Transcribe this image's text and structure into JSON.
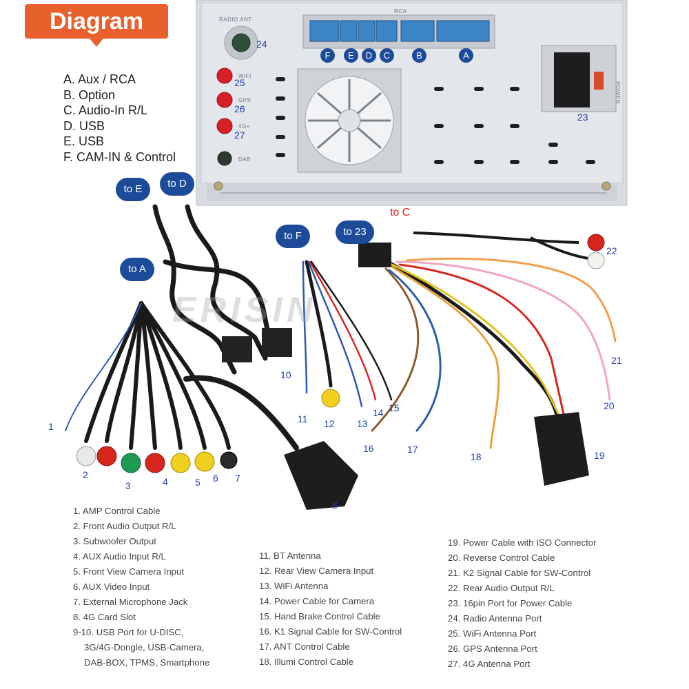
{
  "title": "Diagram",
  "port_letters": [
    "F",
    "E",
    "D",
    "C",
    "B",
    "A"
  ],
  "unit_labels": {
    "radio_ant": "RADIO ANT",
    "rca": "RCA",
    "wifi": "WIFI",
    "gps": "GPS",
    "g4": "4G+",
    "dab": "DAB",
    "power": "POWER"
  },
  "unit_numbers": {
    "n24": "24",
    "n25": "25",
    "n26": "26",
    "n27": "27",
    "n23": "23"
  },
  "legend": [
    "A. Aux / RCA",
    "B. Option",
    "C. Audio-In R/L",
    "D. USB",
    "E. USB",
    "F. CAM-IN & Control"
  ],
  "targets": {
    "to_e": "to E",
    "to_d": "to D",
    "to_a": "to A",
    "to_f": "to F",
    "to_23": "to 23",
    "to_c": "to C"
  },
  "watermark": "ERISIN",
  "cable_numbers": {
    "n1": "1",
    "n2": "2",
    "n3": "3",
    "n4": "4",
    "n5": "5",
    "n6": "6",
    "n7": "7",
    "n8": "8",
    "n10": "10",
    "n11": "11",
    "n12": "12",
    "n13": "13",
    "n14": "14",
    "n15": "15",
    "n16": "16",
    "n17": "17",
    "n18": "18",
    "n19": "19",
    "n20": "20",
    "n21": "21",
    "n22": "22"
  },
  "list_col1": [
    "1. AMP Control Cable",
    "2. Front Audio Output R/L",
    "3. Subwoofer Output",
    "4. AUX Audio Input R/L",
    "5. Front View Camera Input",
    "6. AUX Video Input",
    "7. External Microphone Jack",
    "8. 4G Card Slot",
    "9-10. USB Port for U-DISC,",
    "3G/4G-Dongle, USB-Camera,",
    "DAB-BOX, TPMS, Smartphone"
  ],
  "list_col2": [
    "11. BT Antenna",
    "12. Rear View Camera Input",
    "13. WiFi Antenna",
    "14. Power Cable for Camera",
    "15. Hand Brake Control Cable",
    "16. K1 Signal Cable for SW-Control",
    "17. ANT Control Cable",
    "18. Illumi Control Cable"
  ],
  "list_col3": [
    "19. Power Cable with ISO Connector",
    "20. Reverse Control Cable",
    "21. K2 Signal Cable for SW-Control",
    "22. Rear Audio Output R/L",
    "23. 16pin Port for Power Cable",
    "24. Radio Antenna Port",
    "25. WiFi Antenna Port",
    "26. GPS Antenna Port",
    "27. 4G Antenna Port"
  ]
}
